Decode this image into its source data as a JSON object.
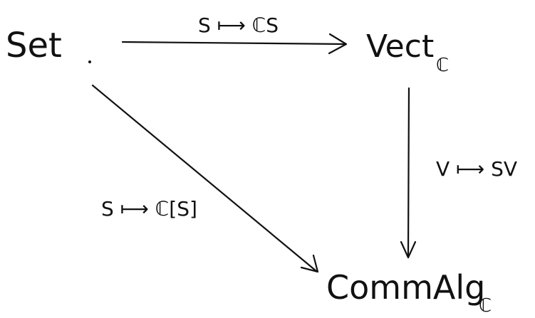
{
  "nodes": {
    "set": "Set",
    "vect": "Vect",
    "vect_sub": "ℂ",
    "commalg": "CommAlg",
    "commalg_sub": "ℂ"
  },
  "arrows": {
    "set_to_vect": "S ⟼ ℂS",
    "vect_to_commalg": "V ⟼ SV",
    "set_to_commalg": "S ⟼ ℂ[S]"
  },
  "colors": {
    "ink": "#111111",
    "background": "#ffffff"
  }
}
